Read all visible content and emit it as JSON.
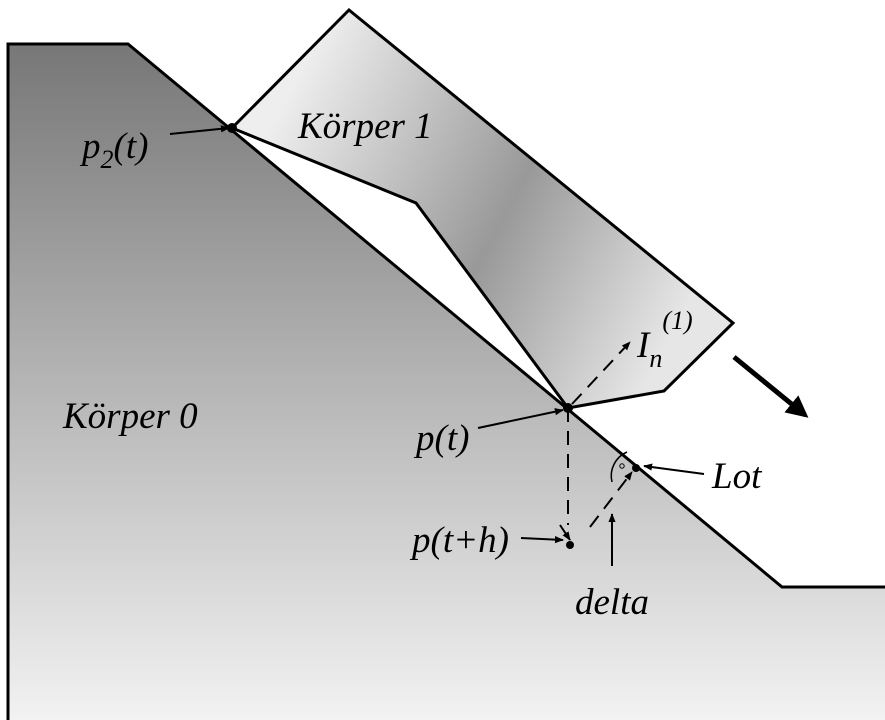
{
  "labels": {
    "p2t": {
      "base": "p",
      "sub": "2",
      "rest": "(t)"
    },
    "body1": "Körper 1",
    "body0": "Körper 0",
    "pt": "p(t)",
    "pth": "p(t+h)",
    "lot": "Lot",
    "delta": "delta",
    "impulse": {
      "base": "I",
      "sub": "n",
      "sup": "(1)"
    }
  },
  "colors": {
    "outline": "#000000",
    "body0_dark": "#777777",
    "body0_light": "#f2f2f2",
    "body1_light": "#eeeeee",
    "body1_dark": "#999999"
  }
}
